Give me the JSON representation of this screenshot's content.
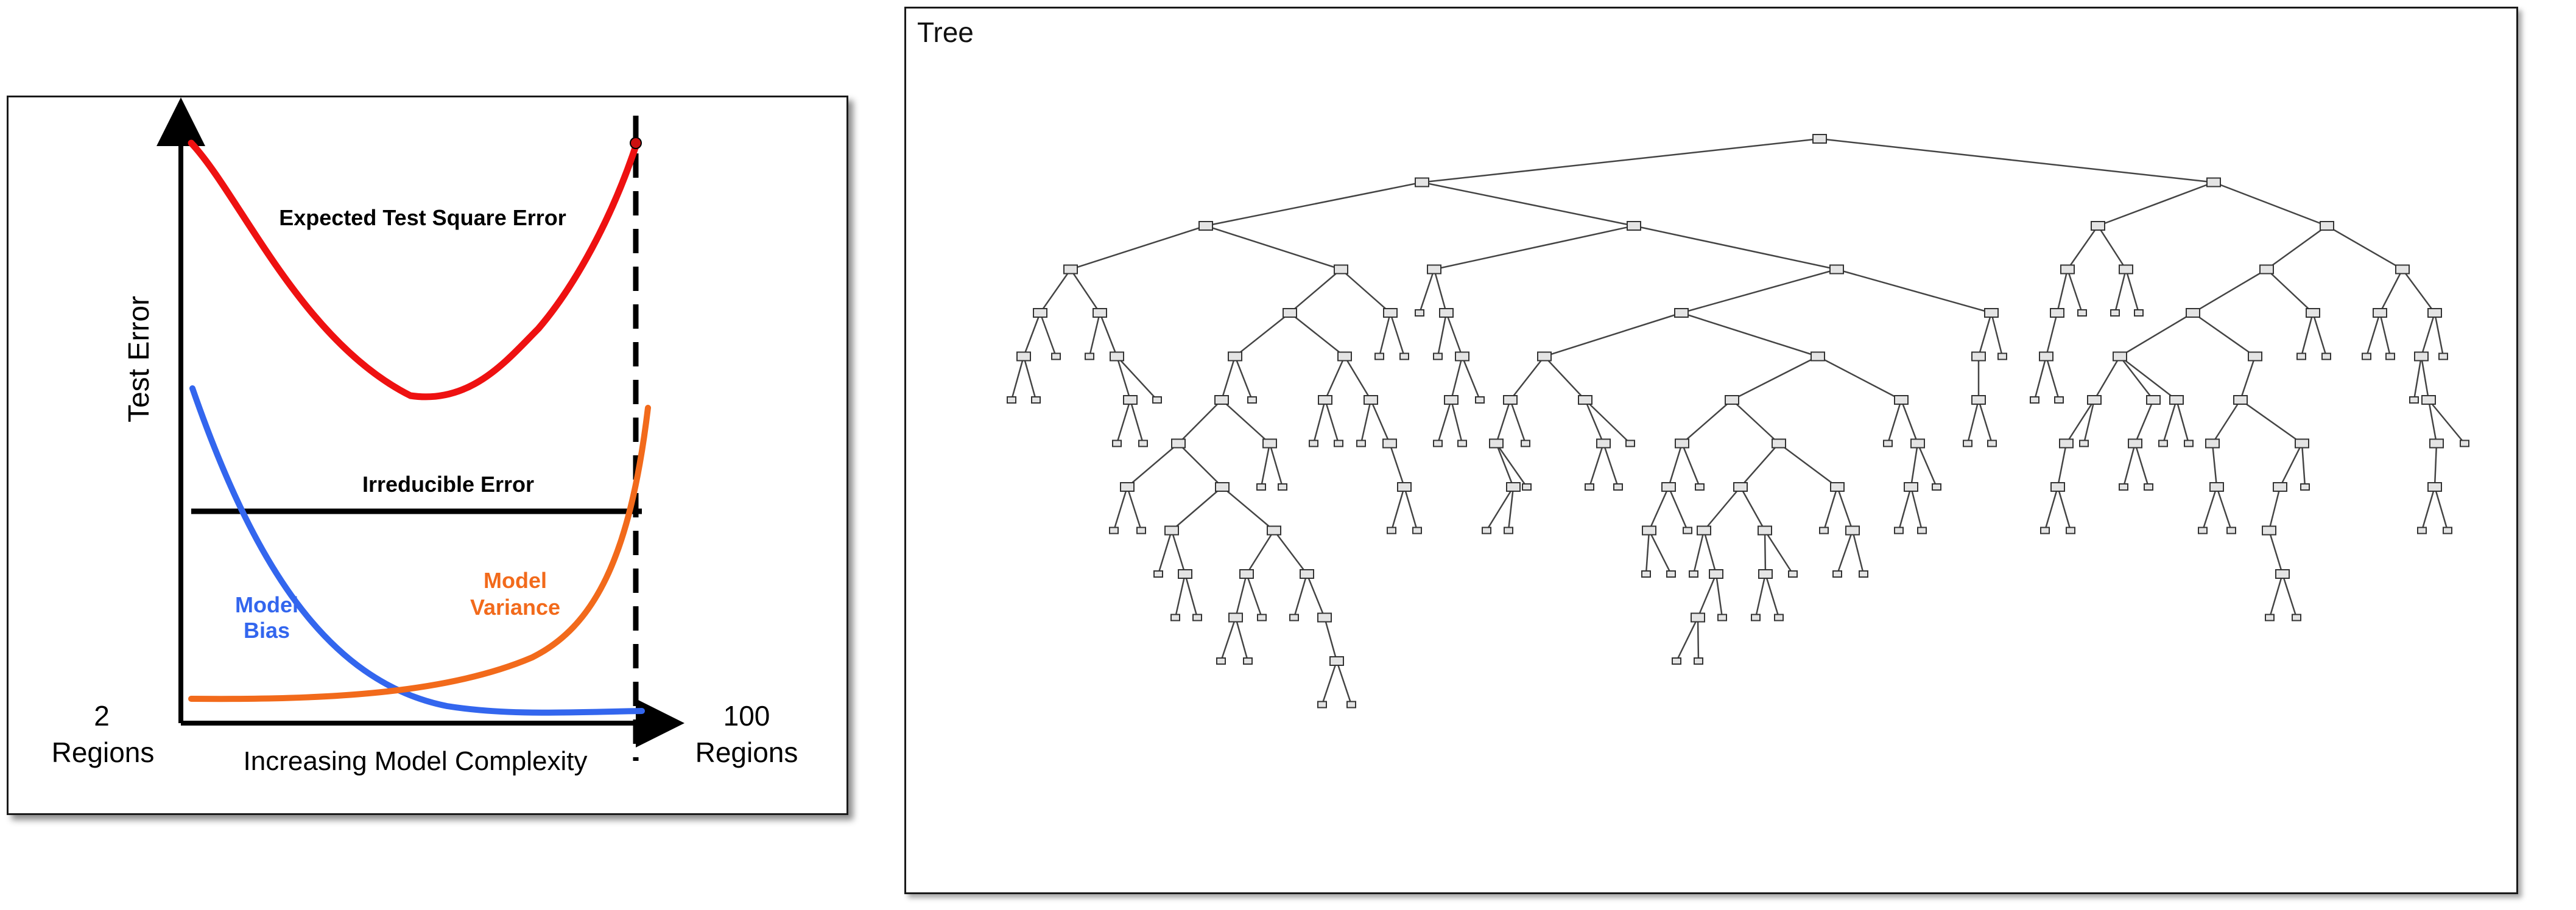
{
  "left_figure": {
    "y_axis_label": "Test Error",
    "x_axis_label": "Increasing Model Complexity",
    "x_left_line1": "2",
    "x_left_line2": "Regions",
    "x_right_line1": "100",
    "x_right_line2": "Regions",
    "curves": {
      "test_error": {
        "label": "Expected Test Square Error",
        "color": "#ee1111"
      },
      "irreducible": {
        "label": "Irreducible Error",
        "color": "#000000"
      },
      "bias": {
        "label_line1": "Model",
        "label_line2": "Bias",
        "color": "#3366ee"
      },
      "variance": {
        "label_line1": "Model",
        "label_line2": "Variance",
        "color": "#f26a1b"
      }
    }
  },
  "tree_panel": {
    "title": "Tree"
  }
}
